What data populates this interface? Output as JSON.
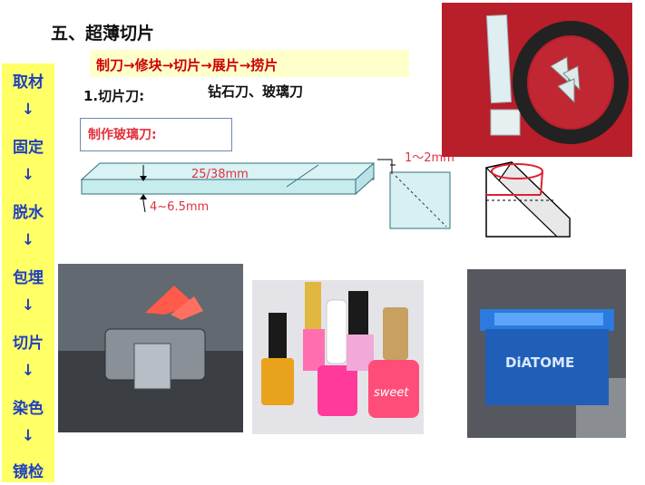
{
  "title": "五、超薄切片",
  "flow": "制刀→修块→切片→展片→捞片",
  "knife": {
    "heading": "1.切片刀:",
    "types": "钻石刀、玻璃刀"
  },
  "glass_knife_label": "制作玻璃刀:",
  "sidebar": {
    "steps": [
      "取材",
      "↓",
      "固定",
      "↓",
      "脱水",
      "↓",
      "包埋",
      "↓",
      "切片",
      "↓",
      "染色",
      "↓",
      "镜检"
    ]
  },
  "diagram": {
    "strip_label": "25/38mm",
    "thickness_label": "4~6.5mm",
    "gap_label": "1～2mm"
  },
  "photos": {
    "diatome_brand": "DiATOME",
    "sweet_label": "sweet"
  },
  "colors": {
    "accent": "#cc0000",
    "sidebar_bg": "#ffff66",
    "sidebar_text": "#1f3fbf"
  }
}
